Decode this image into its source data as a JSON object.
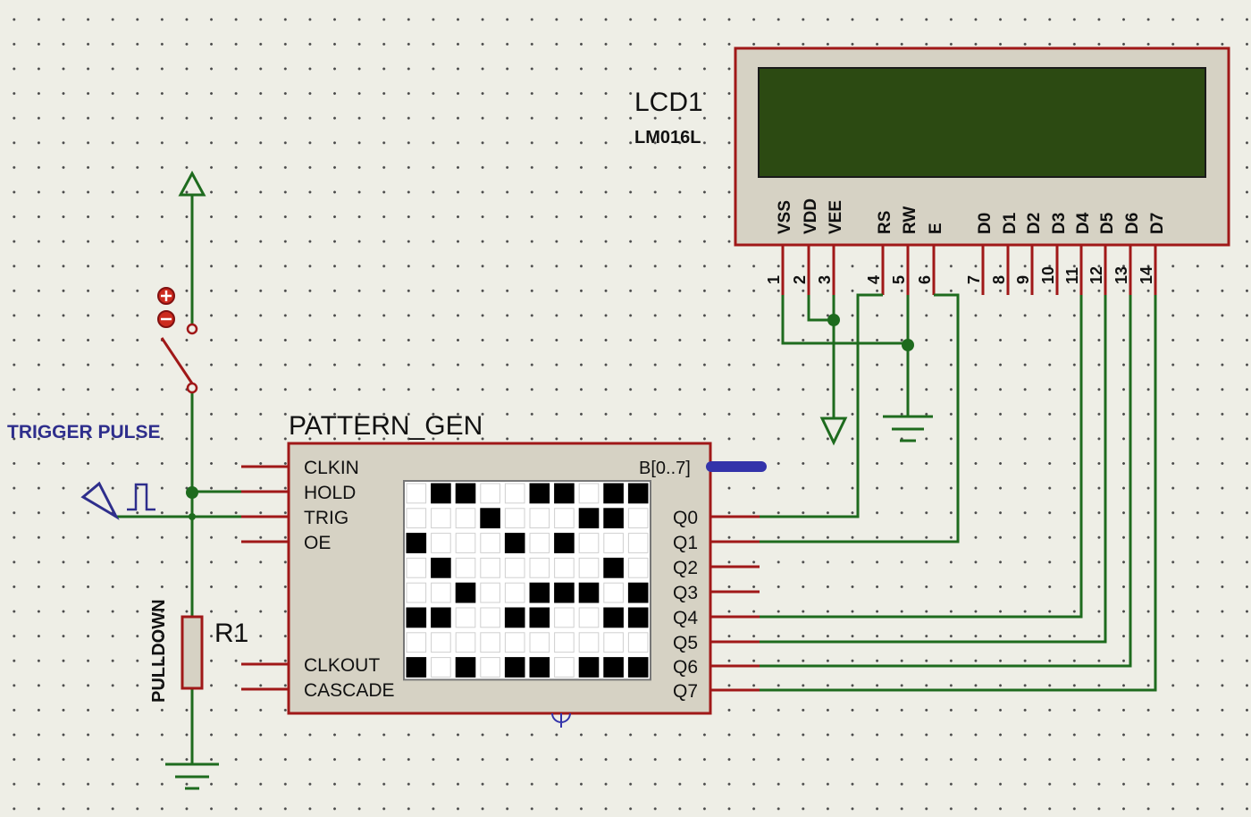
{
  "colors": {
    "wire": "#1e6b1e",
    "body_outline": "#a01818",
    "body_fill": "#d6d2c4",
    "lcd_screen": "#2c4a12",
    "label_blue": "#2e2e8c",
    "bus": "#3333aa"
  },
  "lcd": {
    "ref": "LCD1",
    "value": "LM016L",
    "pins": [
      {
        "name": "VSS",
        "num": "1"
      },
      {
        "name": "VDD",
        "num": "2"
      },
      {
        "name": "VEE",
        "num": "3"
      },
      {
        "name": "RS",
        "num": "4"
      },
      {
        "name": "RW",
        "num": "5"
      },
      {
        "name": "E",
        "num": "6"
      },
      {
        "name": "D0",
        "num": "7"
      },
      {
        "name": "D1",
        "num": "8"
      },
      {
        "name": "D2",
        "num": "9"
      },
      {
        "name": "D3",
        "num": "10"
      },
      {
        "name": "D4",
        "num": "11"
      },
      {
        "name": "D5",
        "num": "12"
      },
      {
        "name": "D6",
        "num": "13"
      },
      {
        "name": "D7",
        "num": "14"
      }
    ]
  },
  "pattern_gen": {
    "name": "PATTERN_GEN",
    "left_pins": [
      "CLKIN",
      "HOLD",
      "TRIG",
      "OE",
      "CLKOUT",
      "CASCADE"
    ],
    "bus_label": "B[0..7]",
    "right_pins": [
      "Q0",
      "Q1",
      "Q2",
      "Q3",
      "Q4",
      "Q5",
      "Q6",
      "Q7"
    ],
    "grid": [
      [
        0,
        1,
        1,
        0,
        0,
        1,
        1,
        0,
        1,
        1
      ],
      [
        0,
        0,
        0,
        1,
        0,
        0,
        0,
        1,
        1,
        0
      ],
      [
        1,
        0,
        0,
        0,
        1,
        0,
        1,
        0,
        0,
        0
      ],
      [
        0,
        1,
        0,
        0,
        0,
        0,
        0,
        0,
        1,
        0
      ],
      [
        0,
        0,
        1,
        0,
        0,
        1,
        1,
        1,
        0,
        1
      ],
      [
        1,
        1,
        0,
        0,
        1,
        1,
        0,
        0,
        1,
        1
      ],
      [
        0,
        0,
        0,
        0,
        0,
        0,
        0,
        0,
        0,
        0
      ],
      [
        1,
        0,
        1,
        0,
        1,
        1,
        0,
        1,
        1,
        1
      ]
    ]
  },
  "trigger_label": "TRIGGER PULSE",
  "resistor": {
    "ref": "R1",
    "value": "PULLDOWN"
  }
}
